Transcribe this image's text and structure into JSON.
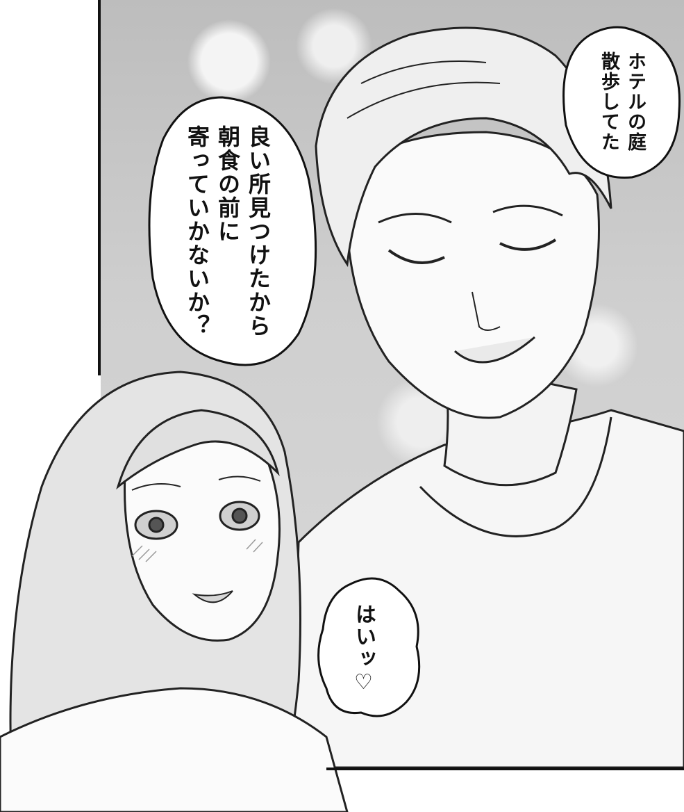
{
  "speech_bubbles": {
    "top_right": "ホテルの庭\n散歩してた",
    "center": "良い所見つけたから\n朝食の前に\n寄っていかないか？",
    "bottom": "はいッ♡"
  }
}
